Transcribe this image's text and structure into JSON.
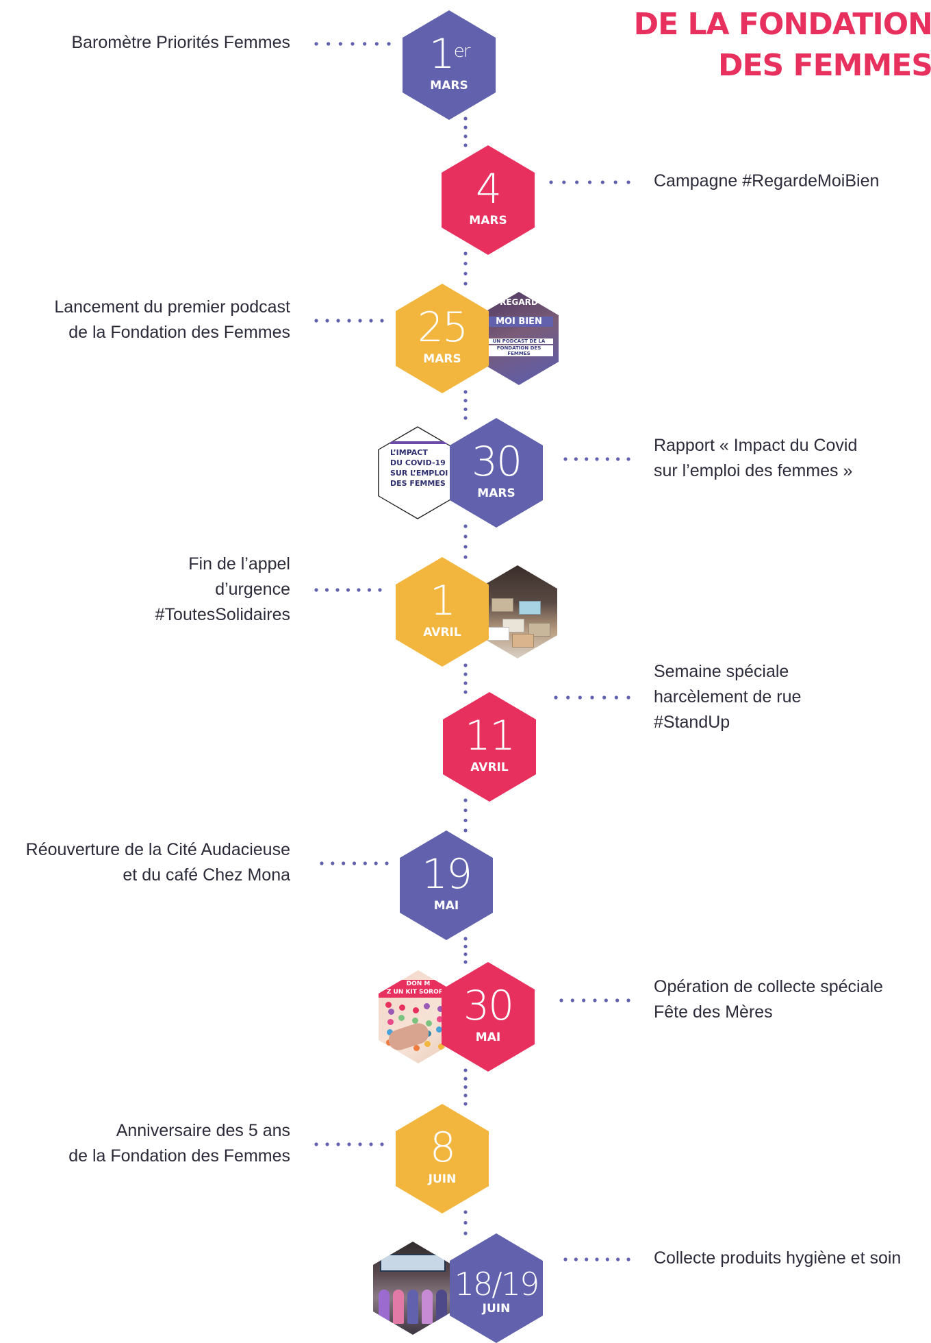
{
  "title": {
    "line1": "DE LA FONDATION",
    "line2": "DES FEMMES"
  },
  "colors": {
    "purple": "#6161ad",
    "red": "#e8305f",
    "yellow": "#f2b63f",
    "dots": "#6161ad",
    "text": "#2b2b3a"
  },
  "events": [
    {
      "day": "1",
      "sup": "er",
      "month": "MARS",
      "color": "purple",
      "label": "Baromètre Priorités Femmes",
      "side": "left"
    },
    {
      "day": "4",
      "sup": "",
      "month": "MARS",
      "color": "red",
      "label": "Campagne #RegardeMoiBien",
      "side": "right"
    },
    {
      "day": "25",
      "sup": "",
      "month": "MARS",
      "color": "yellow",
      "label": "Lancement du premier podcast\nde la Fondation des Femmes",
      "side": "left",
      "thumb": {
        "kind": "podcast",
        "lines": [
          "REGARD",
          "MOI BIEN",
          "UN PODCAST DE LA",
          "FONDATION DES FEMMES"
        ]
      }
    },
    {
      "day": "30",
      "sup": "",
      "month": "MARS",
      "color": "purple",
      "label": "Rapport « Impact du Covid\nsur l’emploi des femmes »",
      "side": "right",
      "thumb": {
        "kind": "report",
        "lines": [
          "L’IMPACT",
          "DU COVID-19",
          "SUR L’EMPLOI",
          "DES FEMMES"
        ]
      }
    },
    {
      "day": "1",
      "sup": "",
      "month": "AVRIL",
      "color": "yellow",
      "label": "Fin de l’appel\nd’urgence\n#ToutesSolidaires",
      "side": "left",
      "thumb": {
        "kind": "boxes",
        "lines": []
      }
    },
    {
      "day": "11",
      "sup": "",
      "month": "AVRIL",
      "color": "red",
      "label": "Semaine spéciale\nharcèlement de rue\n#StandUp",
      "side": "right"
    },
    {
      "day": "19",
      "sup": "",
      "month": "MAI",
      "color": "purple",
      "label": "Réouverture de la Cité Audacieuse\net du café Chez Mona",
      "side": "left"
    },
    {
      "day": "30",
      "sup": "",
      "month": "MAI",
      "color": "red",
      "label": "Opération de collecte spéciale\nFête des Mères",
      "side": "right",
      "thumb": {
        "kind": "beads",
        "lines": [
          "DON M",
          "Z UN KIT SORORIT"
        ]
      }
    },
    {
      "day": "8",
      "sup": "",
      "month": "JUIN",
      "color": "yellow",
      "label": "Anniversaire des 5 ans\nde la Fondation des Femmes",
      "side": "left"
    },
    {
      "day": "18/19",
      "sup": "",
      "month": "JUIN",
      "color": "purple",
      "label": "Collecte produits hygiène et soin",
      "side": "right",
      "thumb": {
        "kind": "storefront",
        "lines": []
      }
    }
  ]
}
